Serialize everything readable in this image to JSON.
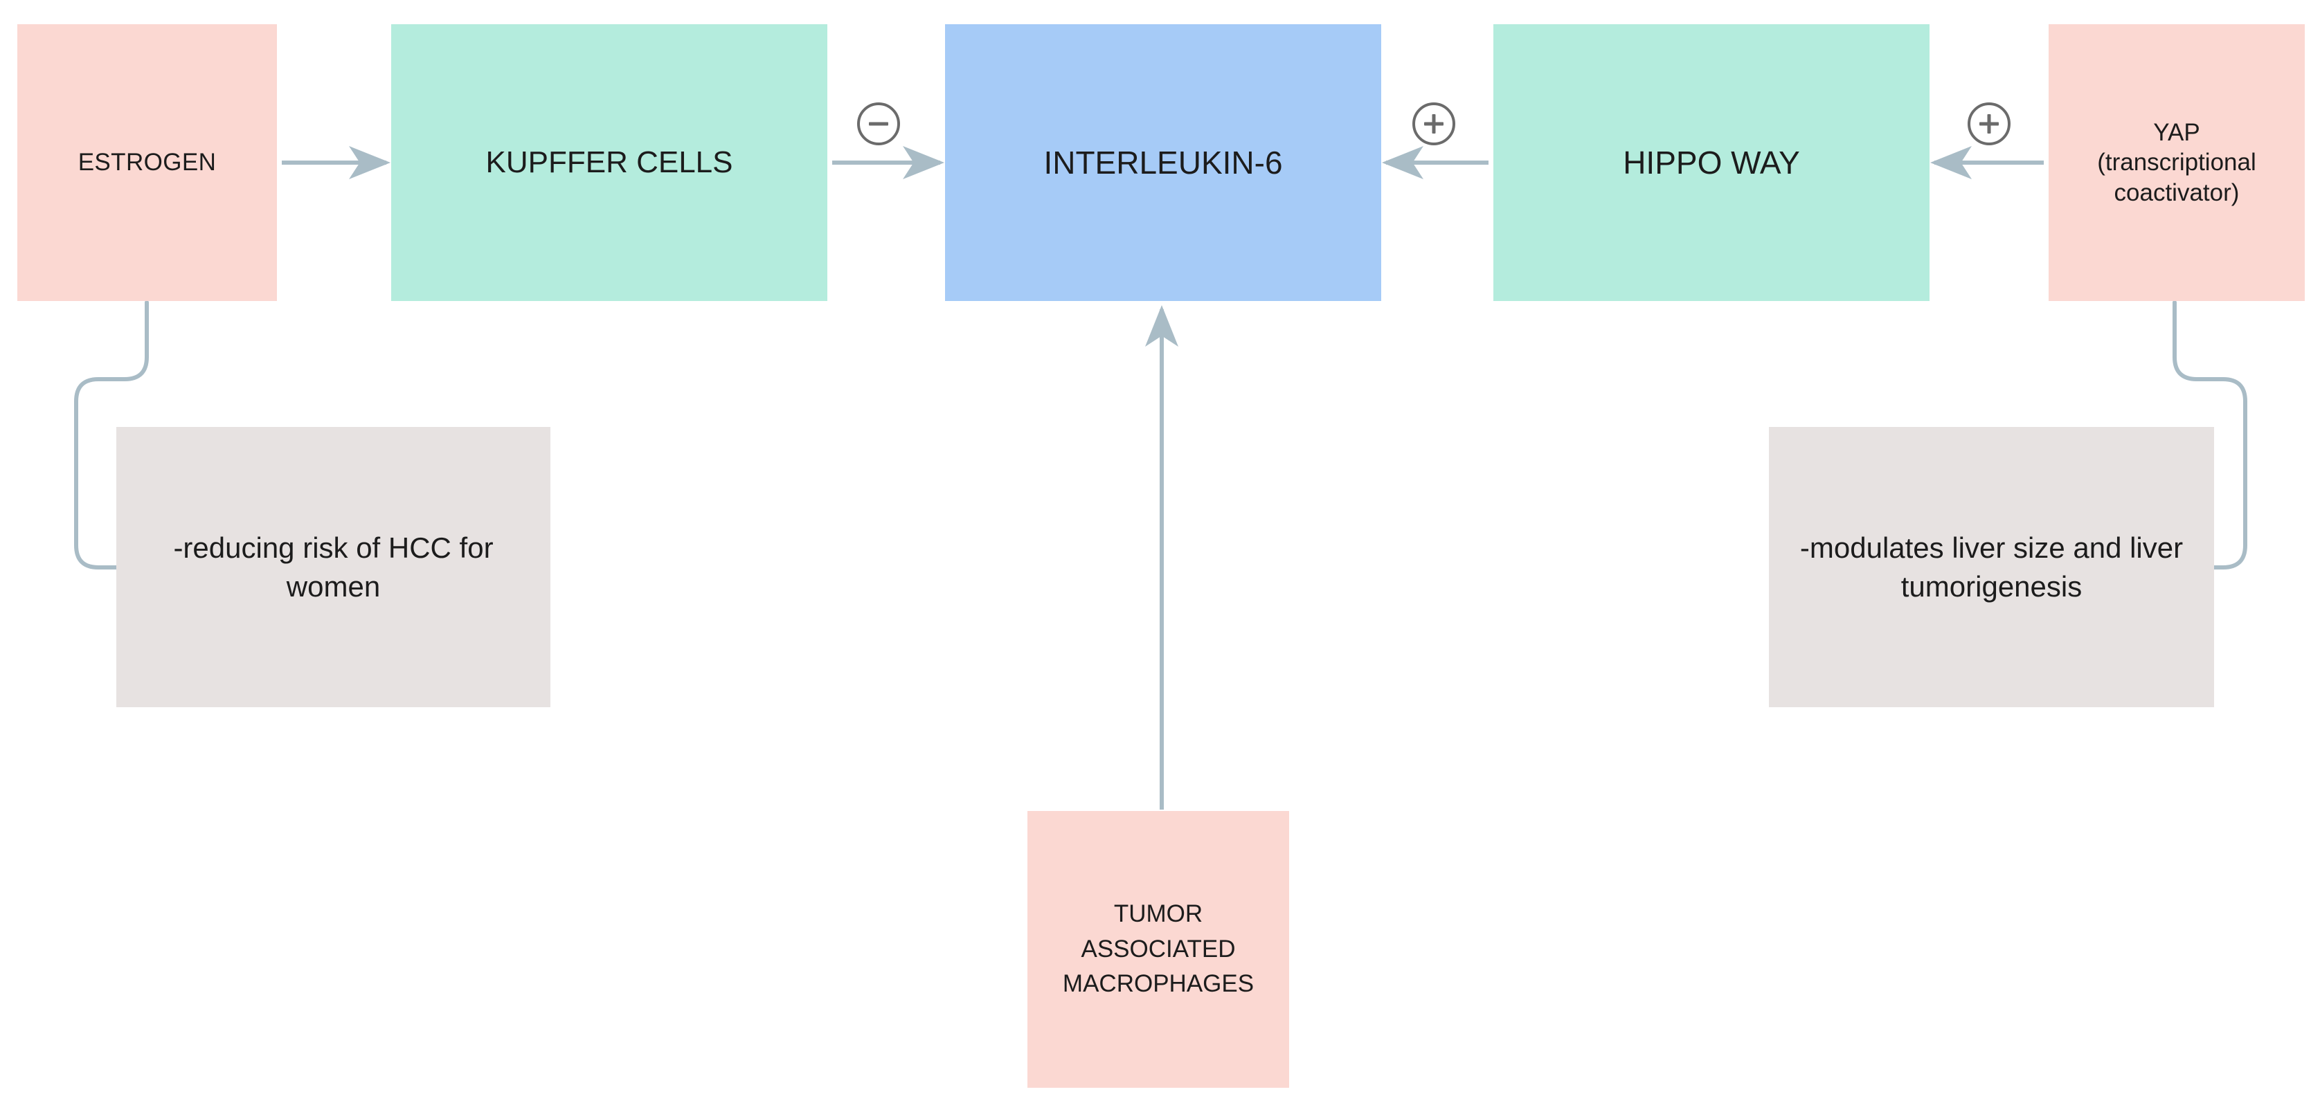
{
  "diagram": {
    "background_color": "#ffffff",
    "edge_color": "#a9bcc6",
    "sign_color": "#6b6b6b",
    "nodes": [
      {
        "id": "estrogen",
        "label": "ESTROGEN",
        "fill": "#fbd8d2",
        "role": "entity"
      },
      {
        "id": "kupffer_cells",
        "label": "KUPFFER CELLS",
        "fill": "#b4ecdd",
        "role": "entity"
      },
      {
        "id": "interleukin6",
        "label": "INTERLEUKIN-6",
        "fill": "#a6cbf7",
        "role": "entity"
      },
      {
        "id": "hippo_way",
        "label": "HIPPO WAY",
        "fill": "#b4ecdd",
        "role": "entity"
      },
      {
        "id": "yap",
        "label": "YAP\n(transcriptional\ncoactivator)",
        "fill": "#fbd8d2",
        "role": "entity"
      },
      {
        "id": "note_left",
        "label": "-reducing risk of HCC for women",
        "fill": "#e7e2e1",
        "role": "annotation"
      },
      {
        "id": "note_right",
        "label": "-modulates liver size and liver tumorigenesis",
        "fill": "#e7e2e1",
        "role": "annotation"
      },
      {
        "id": "tam",
        "label": "TUMOR\nASSOCIATED\nMACROPHAGES",
        "fill": "#fbd8d2",
        "role": "entity"
      }
    ],
    "edges": [
      {
        "id": "e1",
        "from": "estrogen",
        "to": "kupffer_cells",
        "kind": "arrow",
        "sign": ""
      },
      {
        "id": "e2",
        "from": "kupffer_cells",
        "to": "interleukin6",
        "kind": "arrow",
        "sign": "−"
      },
      {
        "id": "e3",
        "from": "hippo_way",
        "to": "interleukin6",
        "kind": "arrow",
        "sign": "+"
      },
      {
        "id": "e4",
        "from": "yap",
        "to": "hippo_way",
        "kind": "arrow",
        "sign": "+"
      },
      {
        "id": "e5",
        "from": "tam",
        "to": "interleukin6",
        "kind": "arrow",
        "sign": ""
      },
      {
        "id": "e6",
        "from": "estrogen",
        "to": "note_left",
        "kind": "elbow",
        "sign": ""
      },
      {
        "id": "e7",
        "from": "yap",
        "to": "note_right",
        "kind": "elbow",
        "sign": ""
      }
    ],
    "signs": {
      "minus_label": "−",
      "plus_label": "+"
    }
  }
}
